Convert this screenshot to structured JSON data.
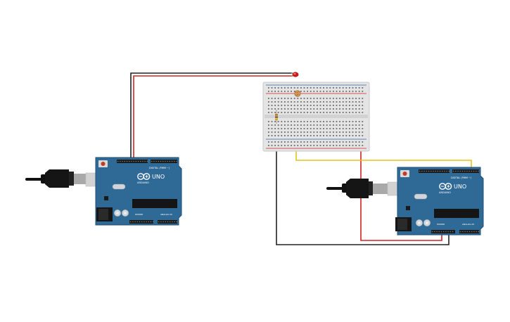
{
  "boards": [
    {
      "id": "left",
      "brand": "ARDUINO",
      "model": "UNO",
      "digital_label": "DIGITAL (PWM ~)",
      "power_label": "POWER",
      "analog_label": "ANALOG IN"
    },
    {
      "id": "right",
      "brand": "ARDUINO",
      "model": "UNO",
      "digital_label": "DIGITAL (PWM ~)",
      "power_label": "POWER",
      "analog_label": "ANALOG IN"
    }
  ],
  "colors": {
    "board": "#2f6a97",
    "board_edge": "#1f4f74",
    "breadboard": "#e4e4e4",
    "wire_red": "#d42222",
    "wire_black": "#222222",
    "wire_yellow": "#e7c21a",
    "led": "#c51d1d",
    "usb_plug": "#d2d2d2",
    "cable": "#111111"
  },
  "components": [
    "usb-cable",
    "usb-cable",
    "arduino-uno",
    "arduino-uno",
    "breadboard",
    "led",
    "resistor",
    "photoresistor"
  ]
}
